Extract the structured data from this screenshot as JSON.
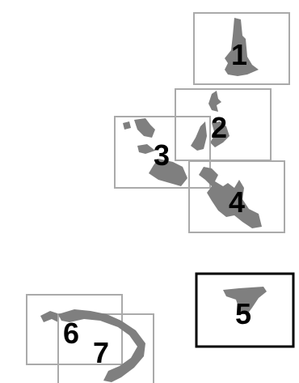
{
  "colors": {
    "frame": "#aaaaaa",
    "frame_selected": "#000000",
    "shape_fill": "#7f7f7f",
    "background": "#ffffff"
  },
  "panels": [
    {
      "id": "1",
      "label": "1",
      "selected": false
    },
    {
      "id": "2",
      "label": "2",
      "selected": false
    },
    {
      "id": "3",
      "label": "3",
      "selected": false
    },
    {
      "id": "4",
      "label": "4",
      "selected": false
    },
    {
      "id": "5",
      "label": "5",
      "selected": true
    },
    {
      "id": "6",
      "label": "6",
      "selected": false
    },
    {
      "id": "7",
      "label": "7",
      "selected": false
    }
  ]
}
